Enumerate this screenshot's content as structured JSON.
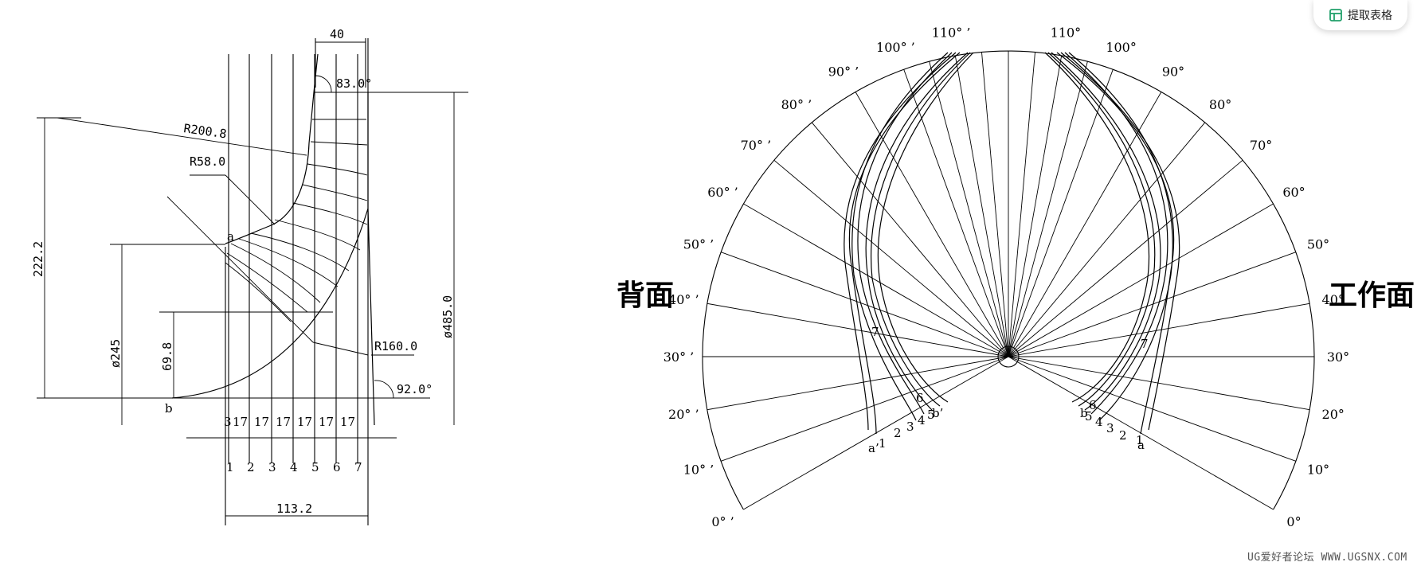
{
  "toolbar": {
    "extract_label": "提取表格",
    "extract_icon": "table-extract-icon",
    "accent": "#22a06b"
  },
  "left": {
    "dims": {
      "top_width": "40",
      "outlet_angle": "83.0°",
      "shroud_radius": "R200.8",
      "fillet_radius": "R58.0",
      "hub_radius": "R160.0",
      "height": "222.2",
      "inlet_dia": "ø245",
      "hub_height": "69.8",
      "outer_dia": "ø485.0",
      "inlet_angle": "92.0°",
      "total_width": "113.2"
    },
    "point_a": "a",
    "point_b": "b",
    "spacing": [
      "3",
      "17",
      "17",
      "17",
      "17",
      "17",
      "17"
    ],
    "sections": [
      "1",
      "2",
      "3",
      "4",
      "5",
      "6",
      "7"
    ]
  },
  "right": {
    "back_side": "背面",
    "work_side": "工作面",
    "left_angles": [
      "0° ’",
      "10° ’",
      "20° ’",
      "30° ’",
      "40° ’",
      "50° ’",
      "60° ’",
      "70° ’",
      "80° ’",
      "90° ’",
      "100° ’",
      "110° ’"
    ],
    "right_angles": [
      "0°",
      "10°",
      "20°",
      "30°",
      "40°",
      "50°",
      "60°",
      "70°",
      "80°",
      "90°",
      "100°",
      "110°"
    ],
    "left_points": {
      "a": "a’",
      "b": "b’",
      "nums": [
        "1",
        "2",
        "3",
        "4",
        "5",
        "6",
        "7"
      ]
    },
    "right_points": {
      "a": "a",
      "b": "b",
      "nums": [
        "1",
        "2",
        "3",
        "4",
        "5",
        "6",
        "7"
      ]
    }
  },
  "watermark": "UG爱好者论坛 WWW.UGSNX.COM"
}
